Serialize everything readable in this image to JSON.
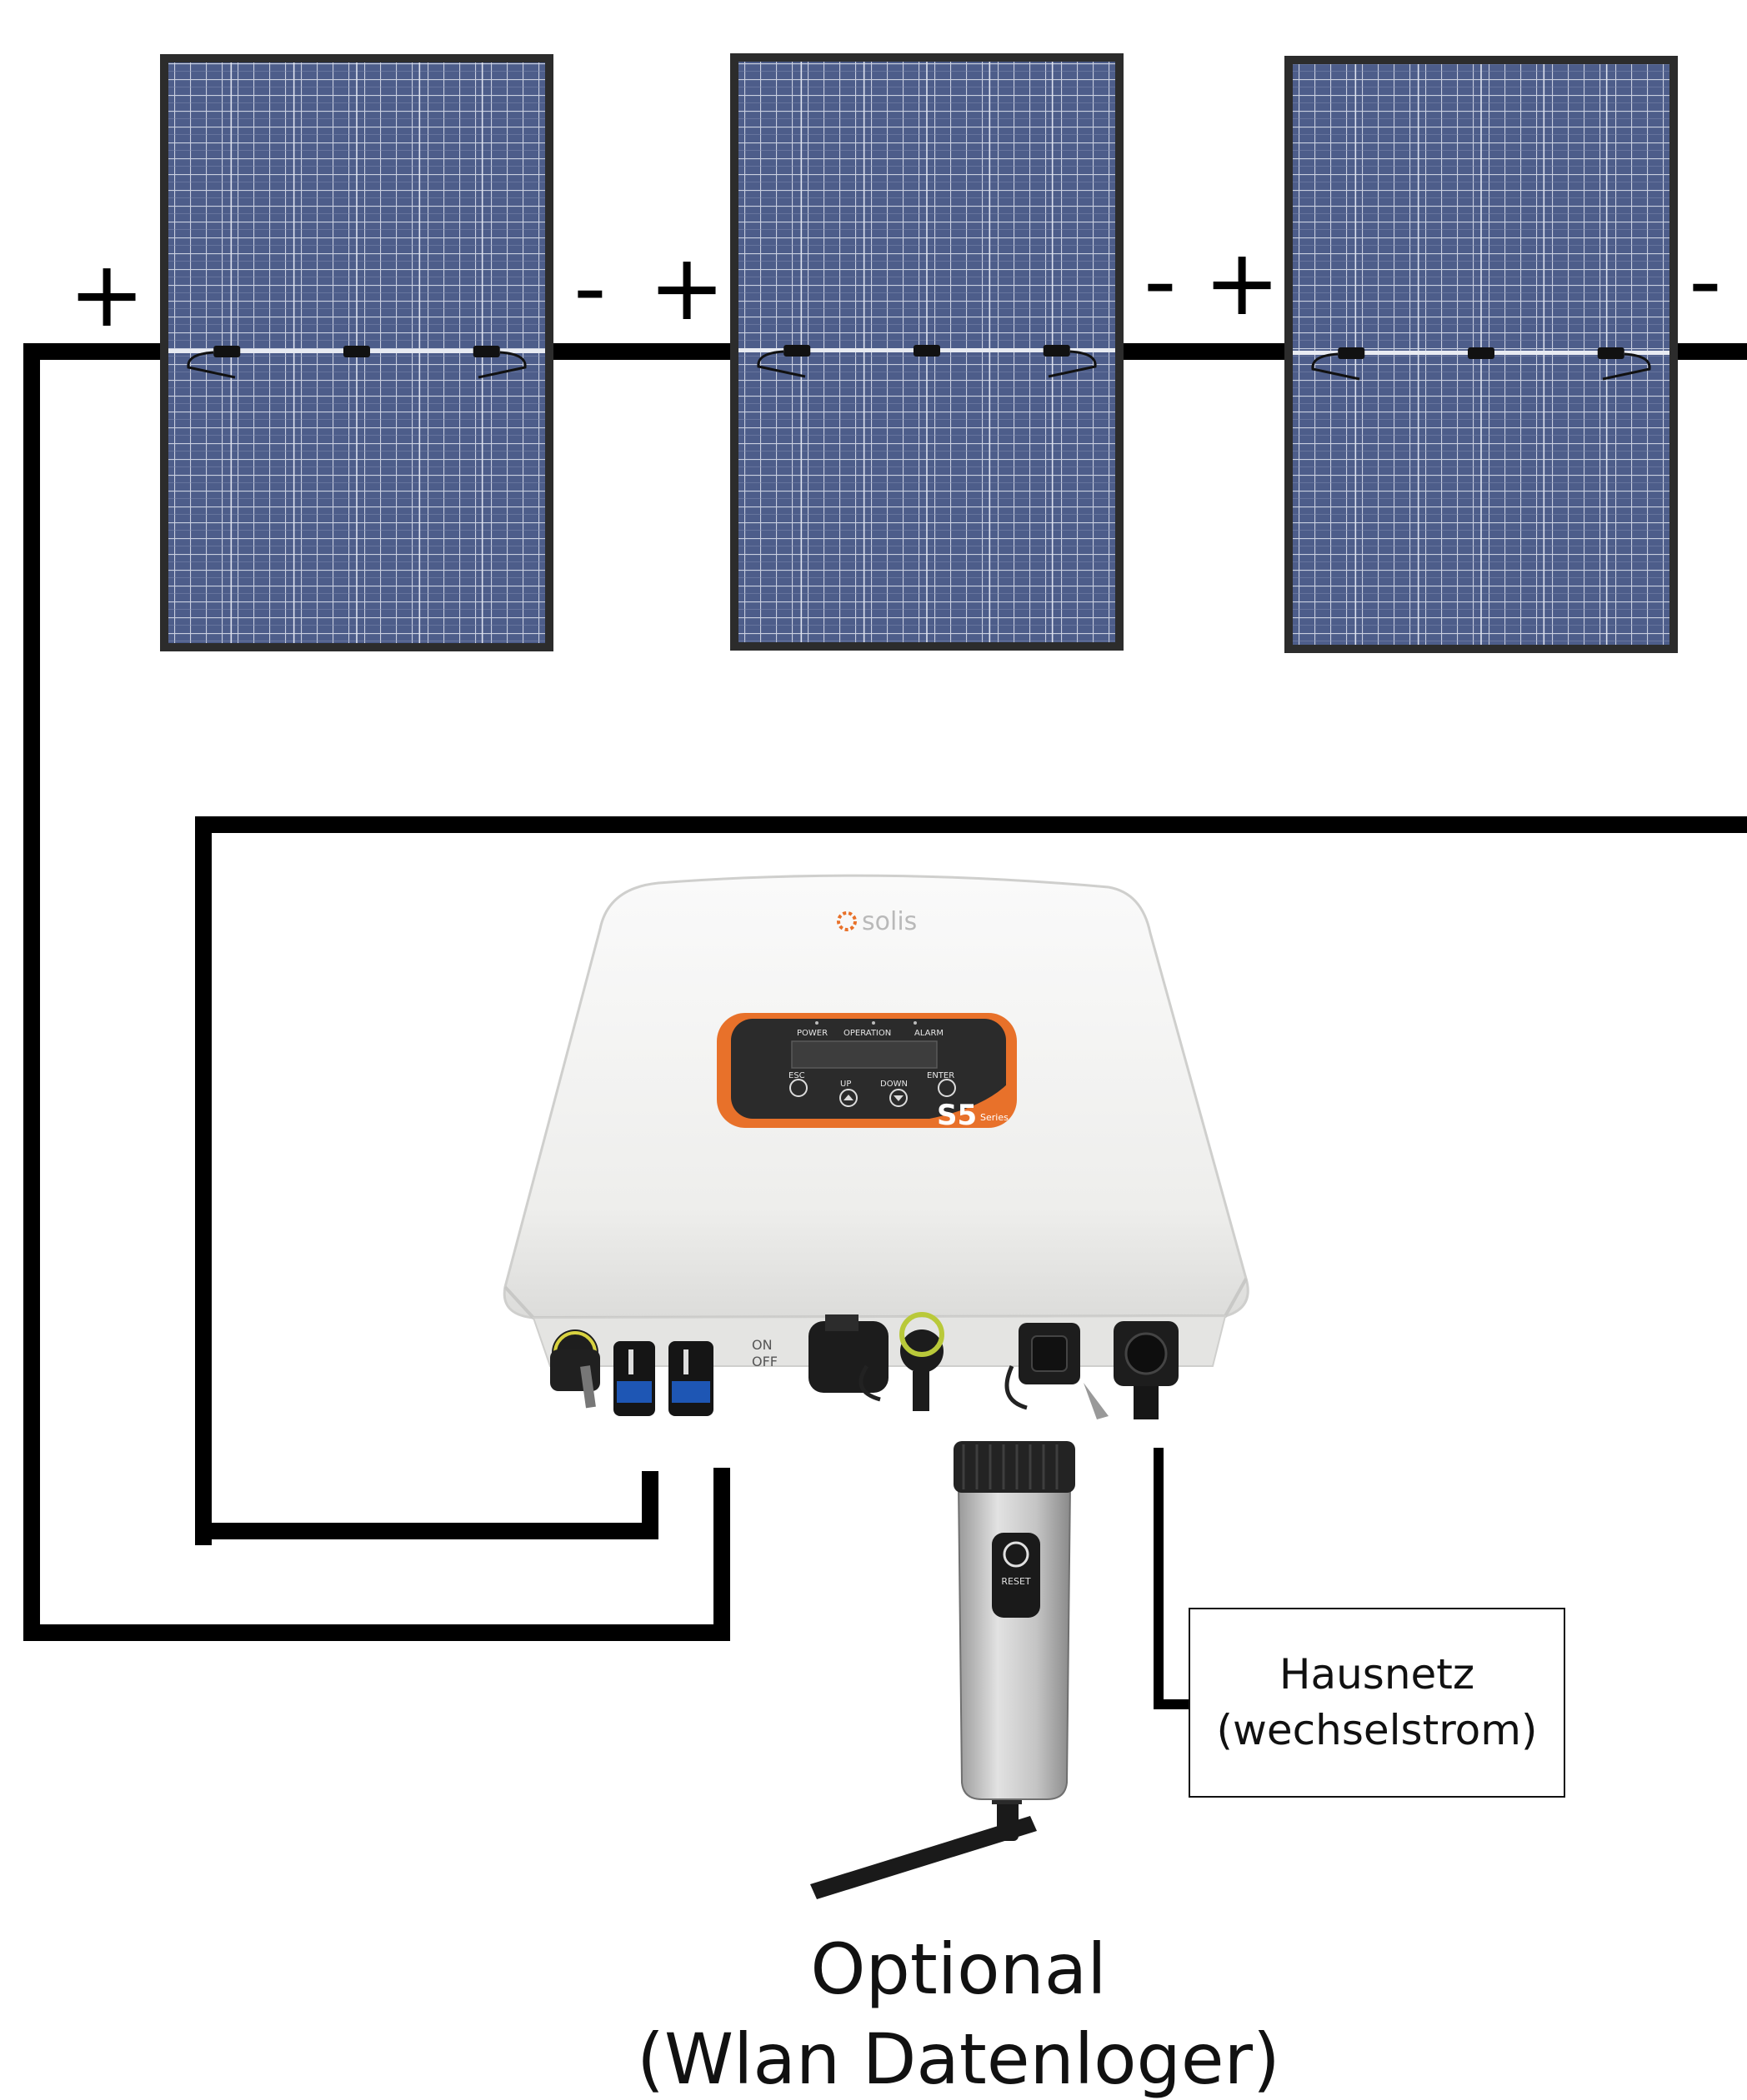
{
  "panels": [
    {
      "plus": "+",
      "minus": "-"
    },
    {
      "plus": "+",
      "minus": "-"
    },
    {
      "plus": "+",
      "minus": "-"
    }
  ],
  "inverter": {
    "brand": "solis",
    "indicators": [
      "POWER",
      "OPERATION",
      "ALARM"
    ],
    "buttons": [
      "ESC",
      "UP",
      "DOWN",
      "ENTER"
    ],
    "series_badge": "S5",
    "series_word": "Series",
    "switch_on": "ON",
    "switch_off": "OFF"
  },
  "datalogger": {
    "reset_label": "RESET"
  },
  "grid_box": {
    "line1": "Hausnetz",
    "line2": "(wechselstrom)"
  },
  "optional": {
    "line1": "Optional",
    "line2": "(Wlan Datenloger)"
  },
  "colors": {
    "panel_cell": "#4a5a86",
    "panel_frame": "#2c2c2c",
    "cable": "#000000",
    "inverter_body": "#f0f0ee",
    "display_orange": "#e8712a",
    "mc4_blue": "#1e56b4"
  }
}
